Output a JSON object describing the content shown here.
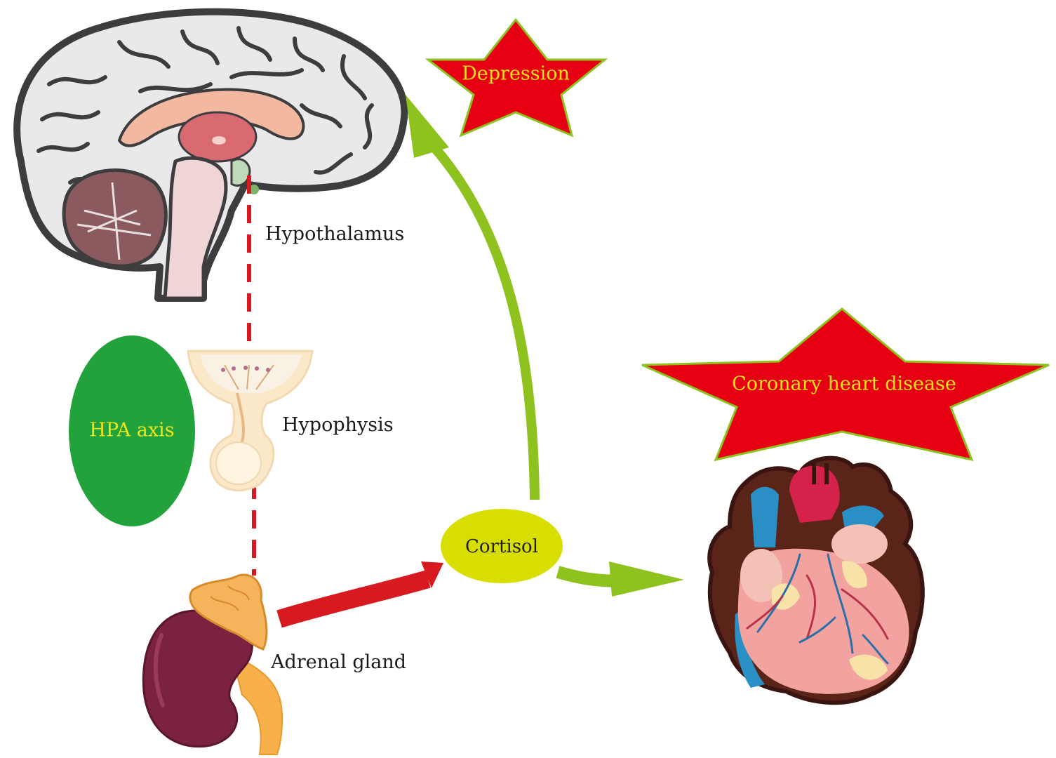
{
  "labels": {
    "hypothalamus": "Hypothalamus",
    "hypophysis": "Hypophysis",
    "adrenal_gland": "Adrenal gland",
    "hpa_axis": "HPA axis",
    "cortisol": "Cortisol",
    "depression": "Depression",
    "coronary_heart_disease": "Coronary heart disease"
  },
  "colors": {
    "hpa_ellipse": "#22a23a",
    "cortisol_ellipse": "#d8df00",
    "star_fill": "#e60012",
    "star_stroke": "#8dc21f",
    "green_arrow": "#8dc21f",
    "red_arrow": "#d71920",
    "dashed_line": "#d71920",
    "label_yellow": "#f2e21a"
  },
  "icons": {
    "brain": "brain-sagittal-icon",
    "pituitary": "pituitary-gland-icon",
    "adrenal": "kidney-adrenal-icon",
    "heart": "heart-icon"
  }
}
